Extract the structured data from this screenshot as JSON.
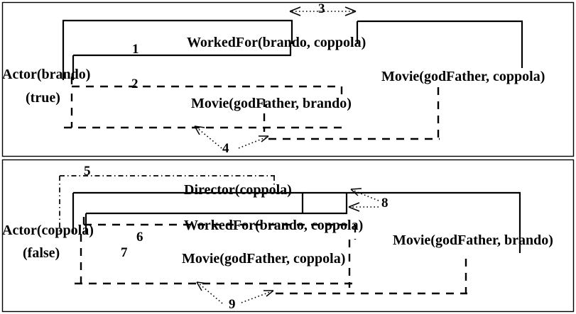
{
  "diagram": {
    "title_semantics": "proof-tree-panels",
    "panels": [
      {
        "id": "top",
        "root": {
          "atom": "Actor(brando)",
          "truth": "(true)"
        },
        "atoms": [
          {
            "id": "workedfor-top",
            "text": "WorkedFor(brando, coppola)"
          },
          {
            "id": "movie-gf-coppola",
            "text": "Movie(godFather, coppola)"
          },
          {
            "id": "movie-gf-brando",
            "text": "Movie(godFather, brando)"
          }
        ],
        "edge_labels": [
          "1",
          "2",
          "3",
          "4"
        ]
      },
      {
        "id": "bottom",
        "root": {
          "atom": "Actor(coppola)",
          "truth": "(false)"
        },
        "atoms": [
          {
            "id": "director-coppola",
            "text": "Director(coppola)"
          },
          {
            "id": "workedfor-bottom",
            "text": "WorkedFor(brando, coppola)"
          },
          {
            "id": "movie-gf-coppola-b",
            "text": "Movie(godFather, coppola)"
          },
          {
            "id": "movie-gf-brando-b",
            "text": "Movie(godFather, brando)"
          }
        ],
        "edge_labels": [
          "5",
          "6",
          "7",
          "8",
          "9"
        ]
      }
    ],
    "labels": {
      "n1": "1",
      "n2": "2",
      "n3": "3",
      "n4": "4",
      "n5": "5",
      "n6": "6",
      "n7": "7",
      "n8": "8",
      "n9": "9"
    },
    "text": {
      "actor_brando": "Actor(brando)",
      "true_val": "(true)",
      "workedfor_top": "WorkedFor(brando, coppola)",
      "movie_gf_coppola_top": "Movie(godFather, coppola)",
      "movie_gf_brando_top": "Movie(godFather, brando)",
      "actor_coppola": "Actor(coppola)",
      "false_val": "(false)",
      "director_coppola": "Director(coppola)",
      "workedfor_bottom": "WorkedFor(brando, coppola)",
      "movie_gf_coppola_bottom": "Movie(godFather, coppola)",
      "movie_gf_brando_bottom": "Movie(godFather, brando)"
    },
    "colors": {
      "stroke": "#000000",
      "text": "#000000",
      "background": "#ffffff"
    }
  }
}
